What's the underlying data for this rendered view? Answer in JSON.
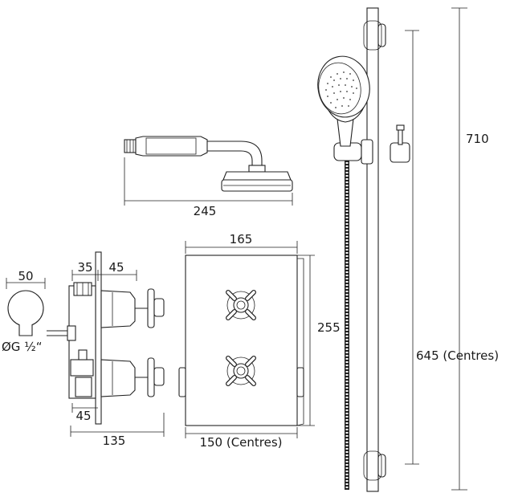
{
  "dimensions": {
    "head_projection": "245",
    "plate_width": "165",
    "plate_height": "255",
    "valve_centres": "150 (Centres)",
    "valve_depth": "135",
    "valve_offset_top_a": "35",
    "valve_offset_top_b": "45",
    "valve_offset_bottom": "45",
    "elbow_diameter": "50",
    "thread_size": "ØG ½“",
    "rail_length": "710",
    "rail_centres": "645 (Centres)"
  }
}
